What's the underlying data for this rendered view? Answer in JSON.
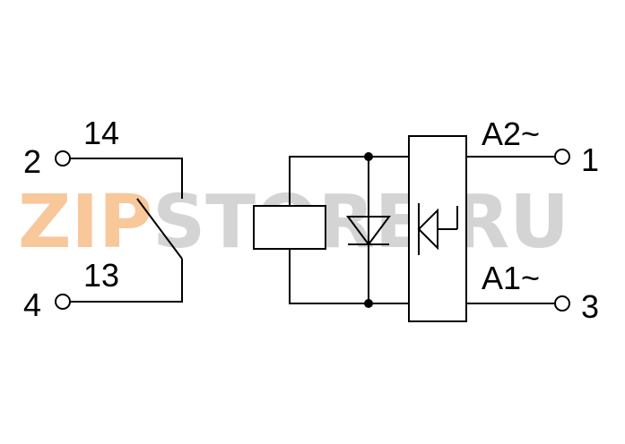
{
  "watermark": {
    "accent_part": "ZIP",
    "rest_part": "STORE.RU",
    "accent_color": "#f8c79a",
    "rest_color": "#d4d4d4"
  },
  "terminals": {
    "left_top_number": "2",
    "left_top_contact": "14",
    "left_bottom_number": "4",
    "left_bottom_contact": "13",
    "right_top_label": "A2~",
    "right_top_number": "1",
    "right_bottom_label": "A1~",
    "right_bottom_number": "3"
  },
  "icons": {
    "contact": "normally-open-switch-icon",
    "coil": "relay-coil-icon",
    "diode": "diode-icon",
    "bridge": "rectifier-icon",
    "terminal": "terminal-circle-icon"
  }
}
